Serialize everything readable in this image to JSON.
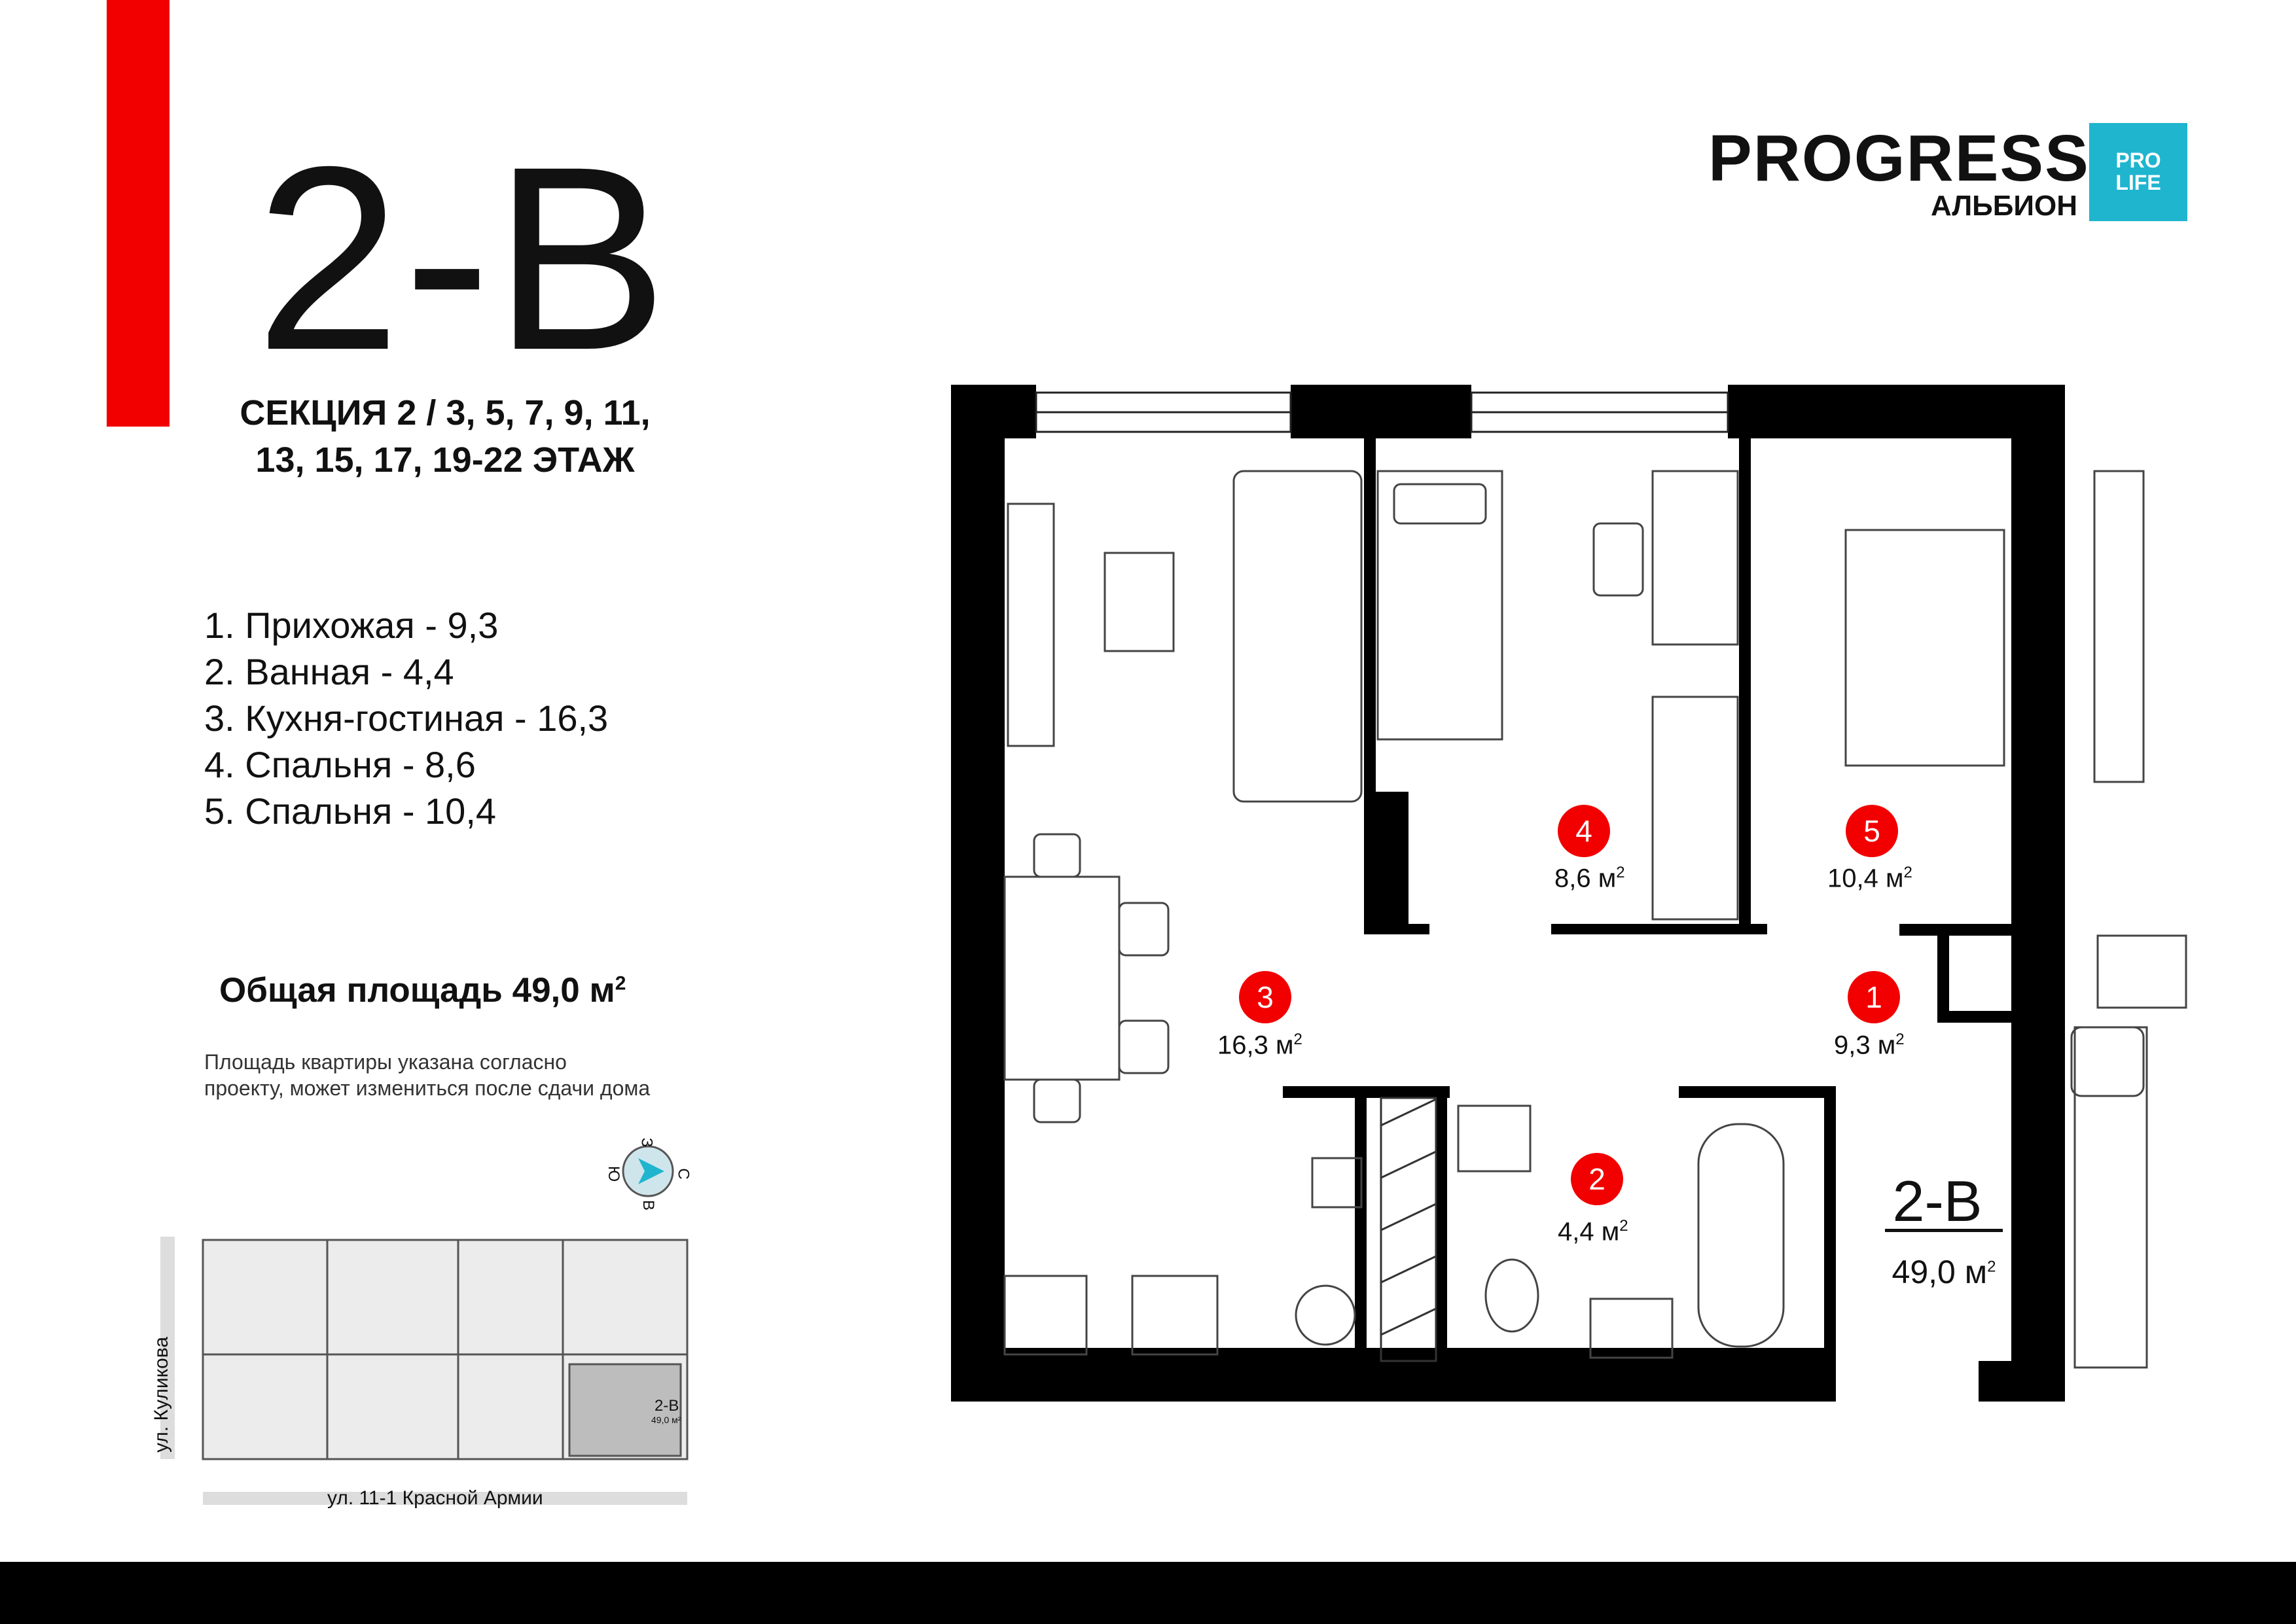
{
  "apartment": {
    "code": "2-В",
    "section_line1": "СЕКЦИЯ 2 / 3, 5, 7, 9, 11,",
    "section_line2": "13, 15, 17, 19-22 ЭТАЖ"
  },
  "rooms": [
    "1.  Прихожая - 9,3",
    "2. Ванная - 4,4",
    "3. Кухня-гостиная - 16,3",
    "4. Спальня - 8,6",
    "5. Спальня - 10,4"
  ],
  "total_area": {
    "label": "Общая площадь 49,0 м",
    "sup": "2"
  },
  "note": {
    "line1": "Площадь квартиры указана согласно",
    "line2": "проекту, может измениться после сдачи дома"
  },
  "logo": {
    "name": "PROGRESS",
    "subtitle": "АЛЬБИОН",
    "badge_line1": "PRO",
    "badge_line2": "LIFE",
    "badge_color": "#1fb5cf"
  },
  "plan_markers": [
    {
      "number": "1",
      "area": "9,3 м"
    },
    {
      "number": "2",
      "area": "4,4 м"
    },
    {
      "number": "3",
      "area": "16,3 м"
    },
    {
      "number": "4",
      "area": "8,6 м"
    },
    {
      "number": "5",
      "area": "10,4 м"
    }
  ],
  "area_sup": "2",
  "plan_label": {
    "code": "2-В",
    "area": "49,0 м",
    "sup": "2"
  },
  "compass": {
    "north": "З",
    "east": "С",
    "south": "В",
    "west": "Ю"
  },
  "key_plan": {
    "unit_code": "2-В",
    "unit_area": "49,0 м²",
    "street_left": "ул. Куликова",
    "street_bottom": "ул. 11-1 Красной Армии"
  },
  "colors": {
    "accent_red": "#f20000",
    "wall": "#000000"
  }
}
